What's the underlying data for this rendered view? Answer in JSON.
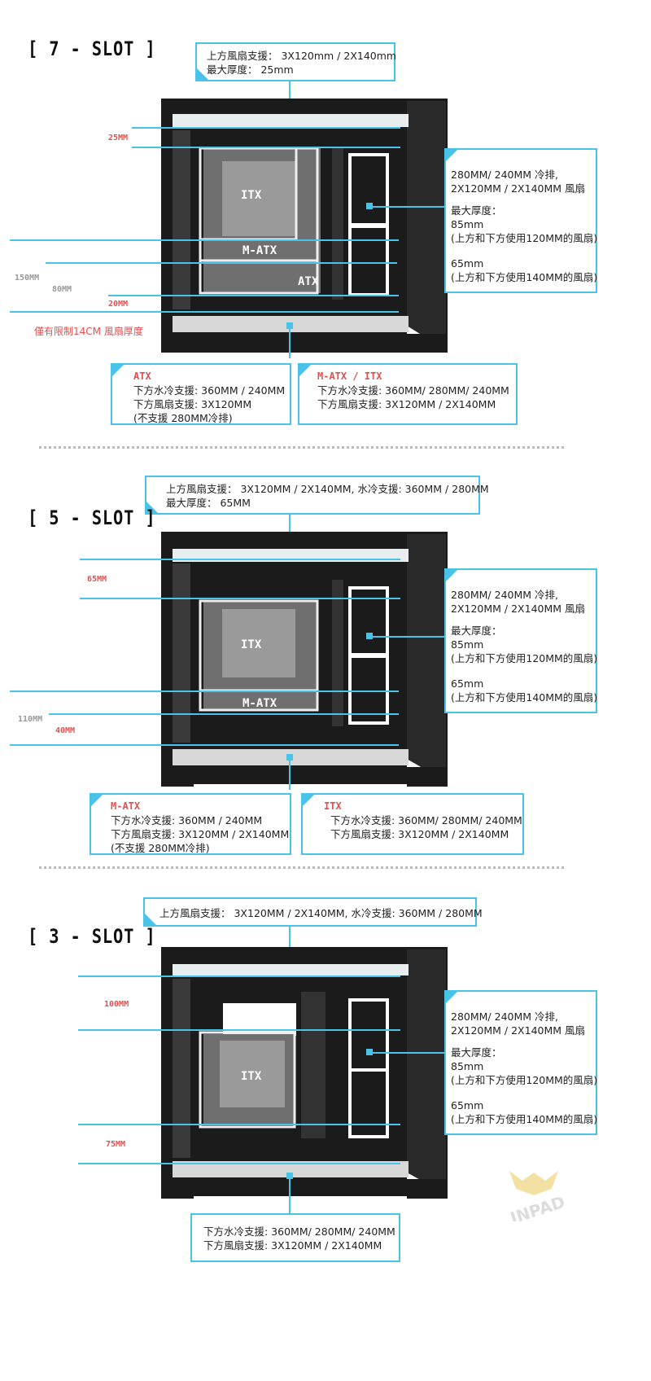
{
  "colors": {
    "accent": "#49c3e8",
    "label_red": "#e0504f",
    "case_black": "#1b1b1b"
  },
  "sections": [
    {
      "title": "[ 7 - SLOT ]",
      "top_box": [
        "上方風扇支援： 3X120mm / 2X140mm",
        "最大厚度： 25mm"
      ],
      "side_box": [
        "280MM/ 240MM 冷排,",
        "2X120MM / 2X140MM 風扇",
        "",
        "最大厚度：",
        "85mm",
        "(上方和下方使用120MM的風扇)",
        "",
        "65mm",
        "(上方和下方使用140MM的風扇)"
      ],
      "bottom_left": {
        "title": "ATX",
        "lines": [
          "下方水冷支援: 360MM / 240MM",
          "下方風扇支援: 3X120MM",
          "(不支援 280MM冷排)"
        ]
      },
      "bottom_right": {
        "title": "M-ATX / ITX",
        "lines": [
          "下方水冷支援: 360MM/ 280MM/ 240MM",
          "下方風扇支援: 3X120MM / 2X140MM"
        ]
      },
      "measures": {
        "top": "25MM",
        "bottom": "20MM",
        "gray1": "150MM",
        "gray2": "80MM"
      },
      "note": "僅有限制14CM 風扇厚度",
      "boards": [
        "ITX",
        "M-ATX",
        "ATX"
      ]
    },
    {
      "title": "[ 5 - SLOT ]",
      "top_box": [
        "上方風扇支援： 3X120MM / 2X140MM, 水冷支援: 360MM / 280MM",
        "最大厚度： 65MM"
      ],
      "side_box": [
        "280MM/ 240MM 冷排,",
        "2X120MM / 2X140MM 風扇",
        "",
        "最大厚度：",
        "85mm",
        "(上方和下方使用120MM的風扇)",
        "",
        "65mm",
        "(上方和下方使用140MM的風扇)"
      ],
      "bottom_left": {
        "title": "M-ATX",
        "lines": [
          "下方水冷支援: 360MM / 240MM",
          "下方風扇支援: 3X120MM / 2X140MM",
          "(不支援 280MM冷排)"
        ]
      },
      "bottom_right": {
        "title": "ITX",
        "lines": [
          "下方水冷支援: 360MM/ 280MM/ 240MM",
          "下方風扇支援: 3X120MM / 2X140MM"
        ]
      },
      "measures": {
        "top": "65MM",
        "bottom": "40MM",
        "gray1": "110MM"
      },
      "boards": [
        "ITX",
        "M-ATX"
      ]
    },
    {
      "title": "[ 3 - SLOT ]",
      "top_box": [
        "上方風扇支援： 3X120MM / 2X140MM, 水冷支援: 360MM / 280MM"
      ],
      "side_box": [
        "280MM/ 240MM 冷排,",
        "2X120MM / 2X140MM 風扇",
        "",
        "最大厚度：",
        "85mm",
        "(上方和下方使用120MM的風扇)",
        "",
        "65mm",
        "(上方和下方使用140MM的風扇)"
      ],
      "bottom_box": [
        "下方水冷支援: 360MM/ 280MM/ 240MM",
        "下方風扇支援: 3X120MM / 2X140MM"
      ],
      "measures": {
        "top": "100MM",
        "bottom": "75MM"
      },
      "boards": [
        "ITX"
      ]
    }
  ],
  "logo_text": "INPAD"
}
